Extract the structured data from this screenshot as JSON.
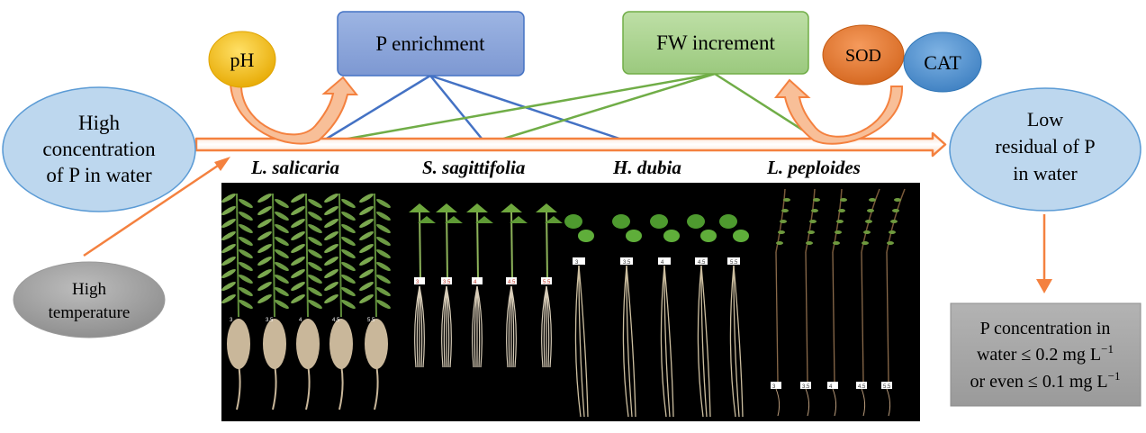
{
  "diagram": {
    "high_p": [
      "High",
      "concentration",
      "of P in water"
    ],
    "high_temp": [
      "High",
      "temperature"
    ],
    "ph": "pH",
    "p_enrichment": "P enrichment",
    "fw_increment": "FW increment",
    "sod": "SOD",
    "cat": "CAT",
    "low_residual": [
      "Low",
      "residual of P",
      "in water"
    ],
    "species": [
      "L. salicaria",
      "S. sagittifolia",
      "H. dubia",
      "L. peploides"
    ],
    "result": {
      "line1": "P concentration in",
      "line2_prefix": "water ≤ 0.2 mg L",
      "line3_prefix": "or even ≤ 0.1 mg L",
      "superscript": "−1"
    },
    "plant_tags": {
      "salicaria": [
        "3",
        "3.5",
        "4",
        "4.5",
        "5.5"
      ],
      "sagittifolia": [
        "3",
        "3.5",
        "4",
        "4.5",
        "5.5"
      ],
      "dubia": [
        "3",
        "3.5",
        "4",
        "4.5",
        "5.5"
      ],
      "peploides": [
        "3",
        "3.5",
        "4",
        "4.5",
        "5.5"
      ]
    },
    "colors": {
      "arrow_orange": "#F4813F",
      "arrow_fill": "#F8C8A6",
      "blue_ellipse": "#BDD7EE",
      "blue_border": "#5B9BD5",
      "p_box": "#8EA9DB",
      "fw_box": "#A9D18E",
      "ph": "#FFC000",
      "sod": "#ED7D31",
      "cat": "#5B9BD5",
      "gray": "#A6A6A6",
      "blue_line": "#4472C4",
      "green_line": "#70AD47"
    }
  }
}
